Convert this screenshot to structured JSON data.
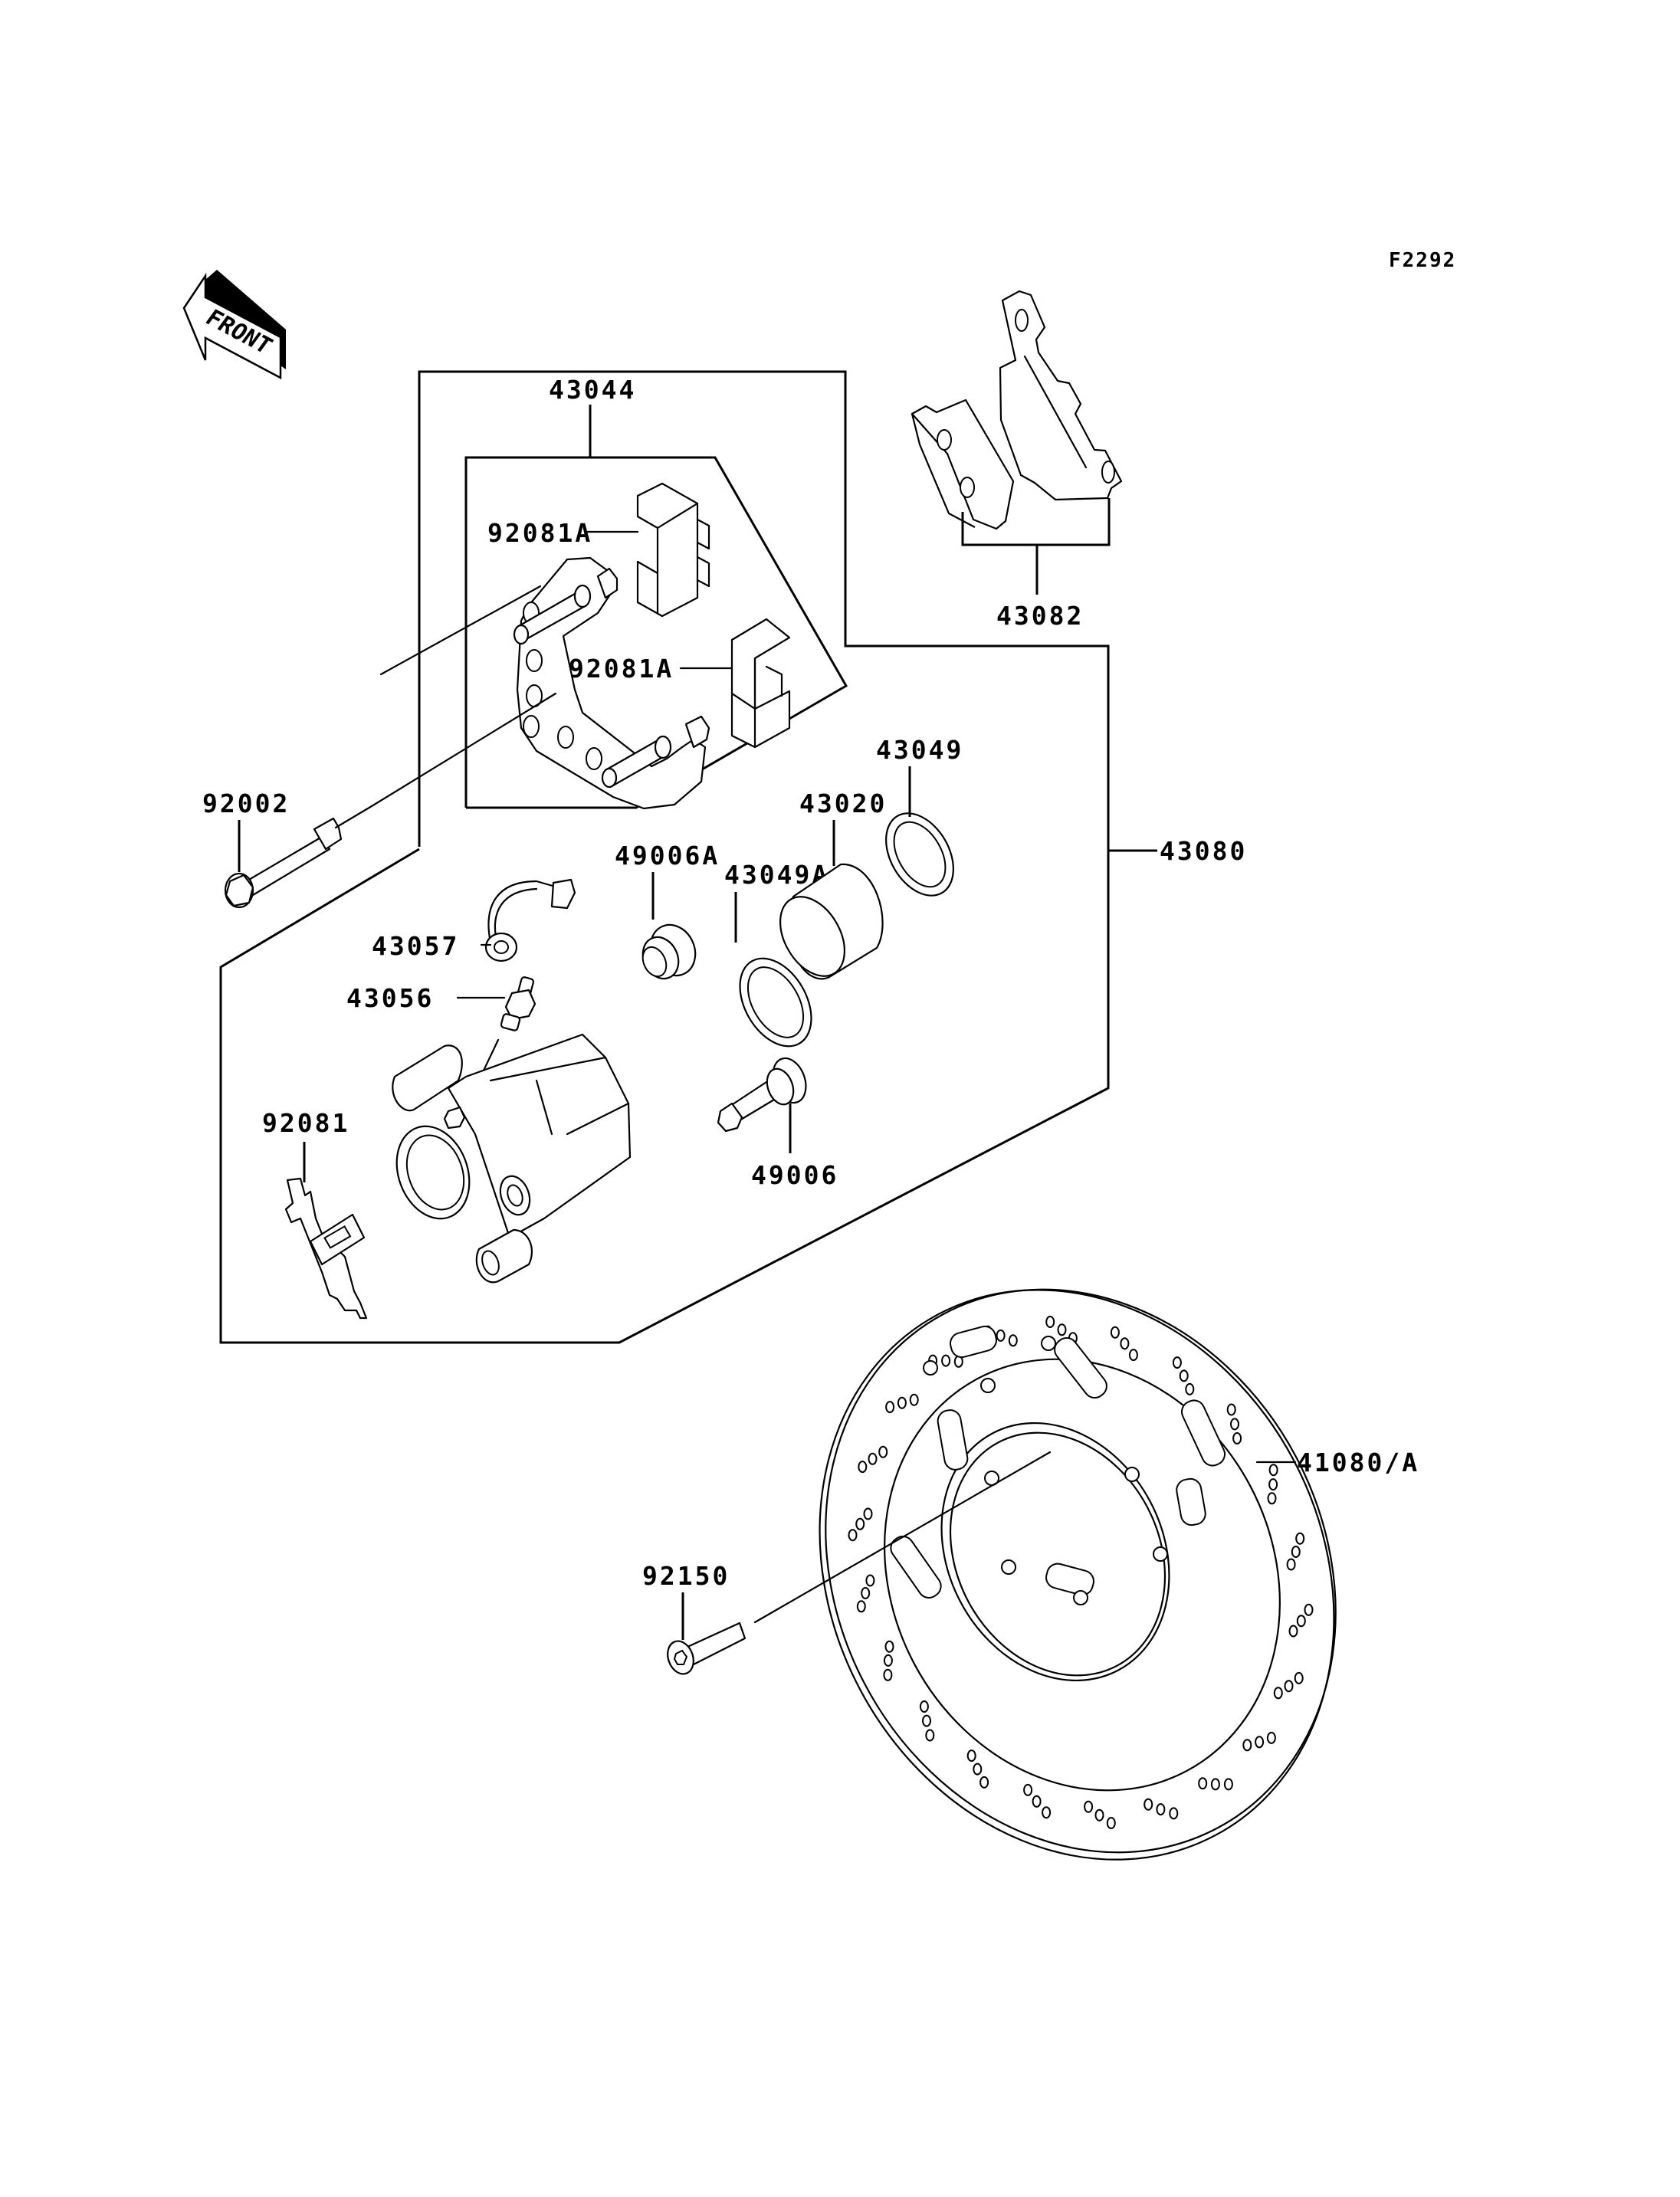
{
  "figure_id": "F2292",
  "direction_indicator": "FRONT",
  "callouts": {
    "brake_pad_set": "43082",
    "caliper_holder_assy": "43044",
    "pad_spring_upper": "92081A",
    "pad_spring_lower": "92081A",
    "caliper_assy": "43080",
    "holder_bolt": "92002",
    "dust_seal": "43049",
    "piston": "43020",
    "piston_seal": "43049A",
    "pin_boot": "49006A",
    "bleeder_cap": "43057",
    "bleeder_valve": "43056",
    "pad_spring": "92081",
    "slide_pin": "49006",
    "brake_disc": "41080/A",
    "disc_bolt": "92150"
  }
}
